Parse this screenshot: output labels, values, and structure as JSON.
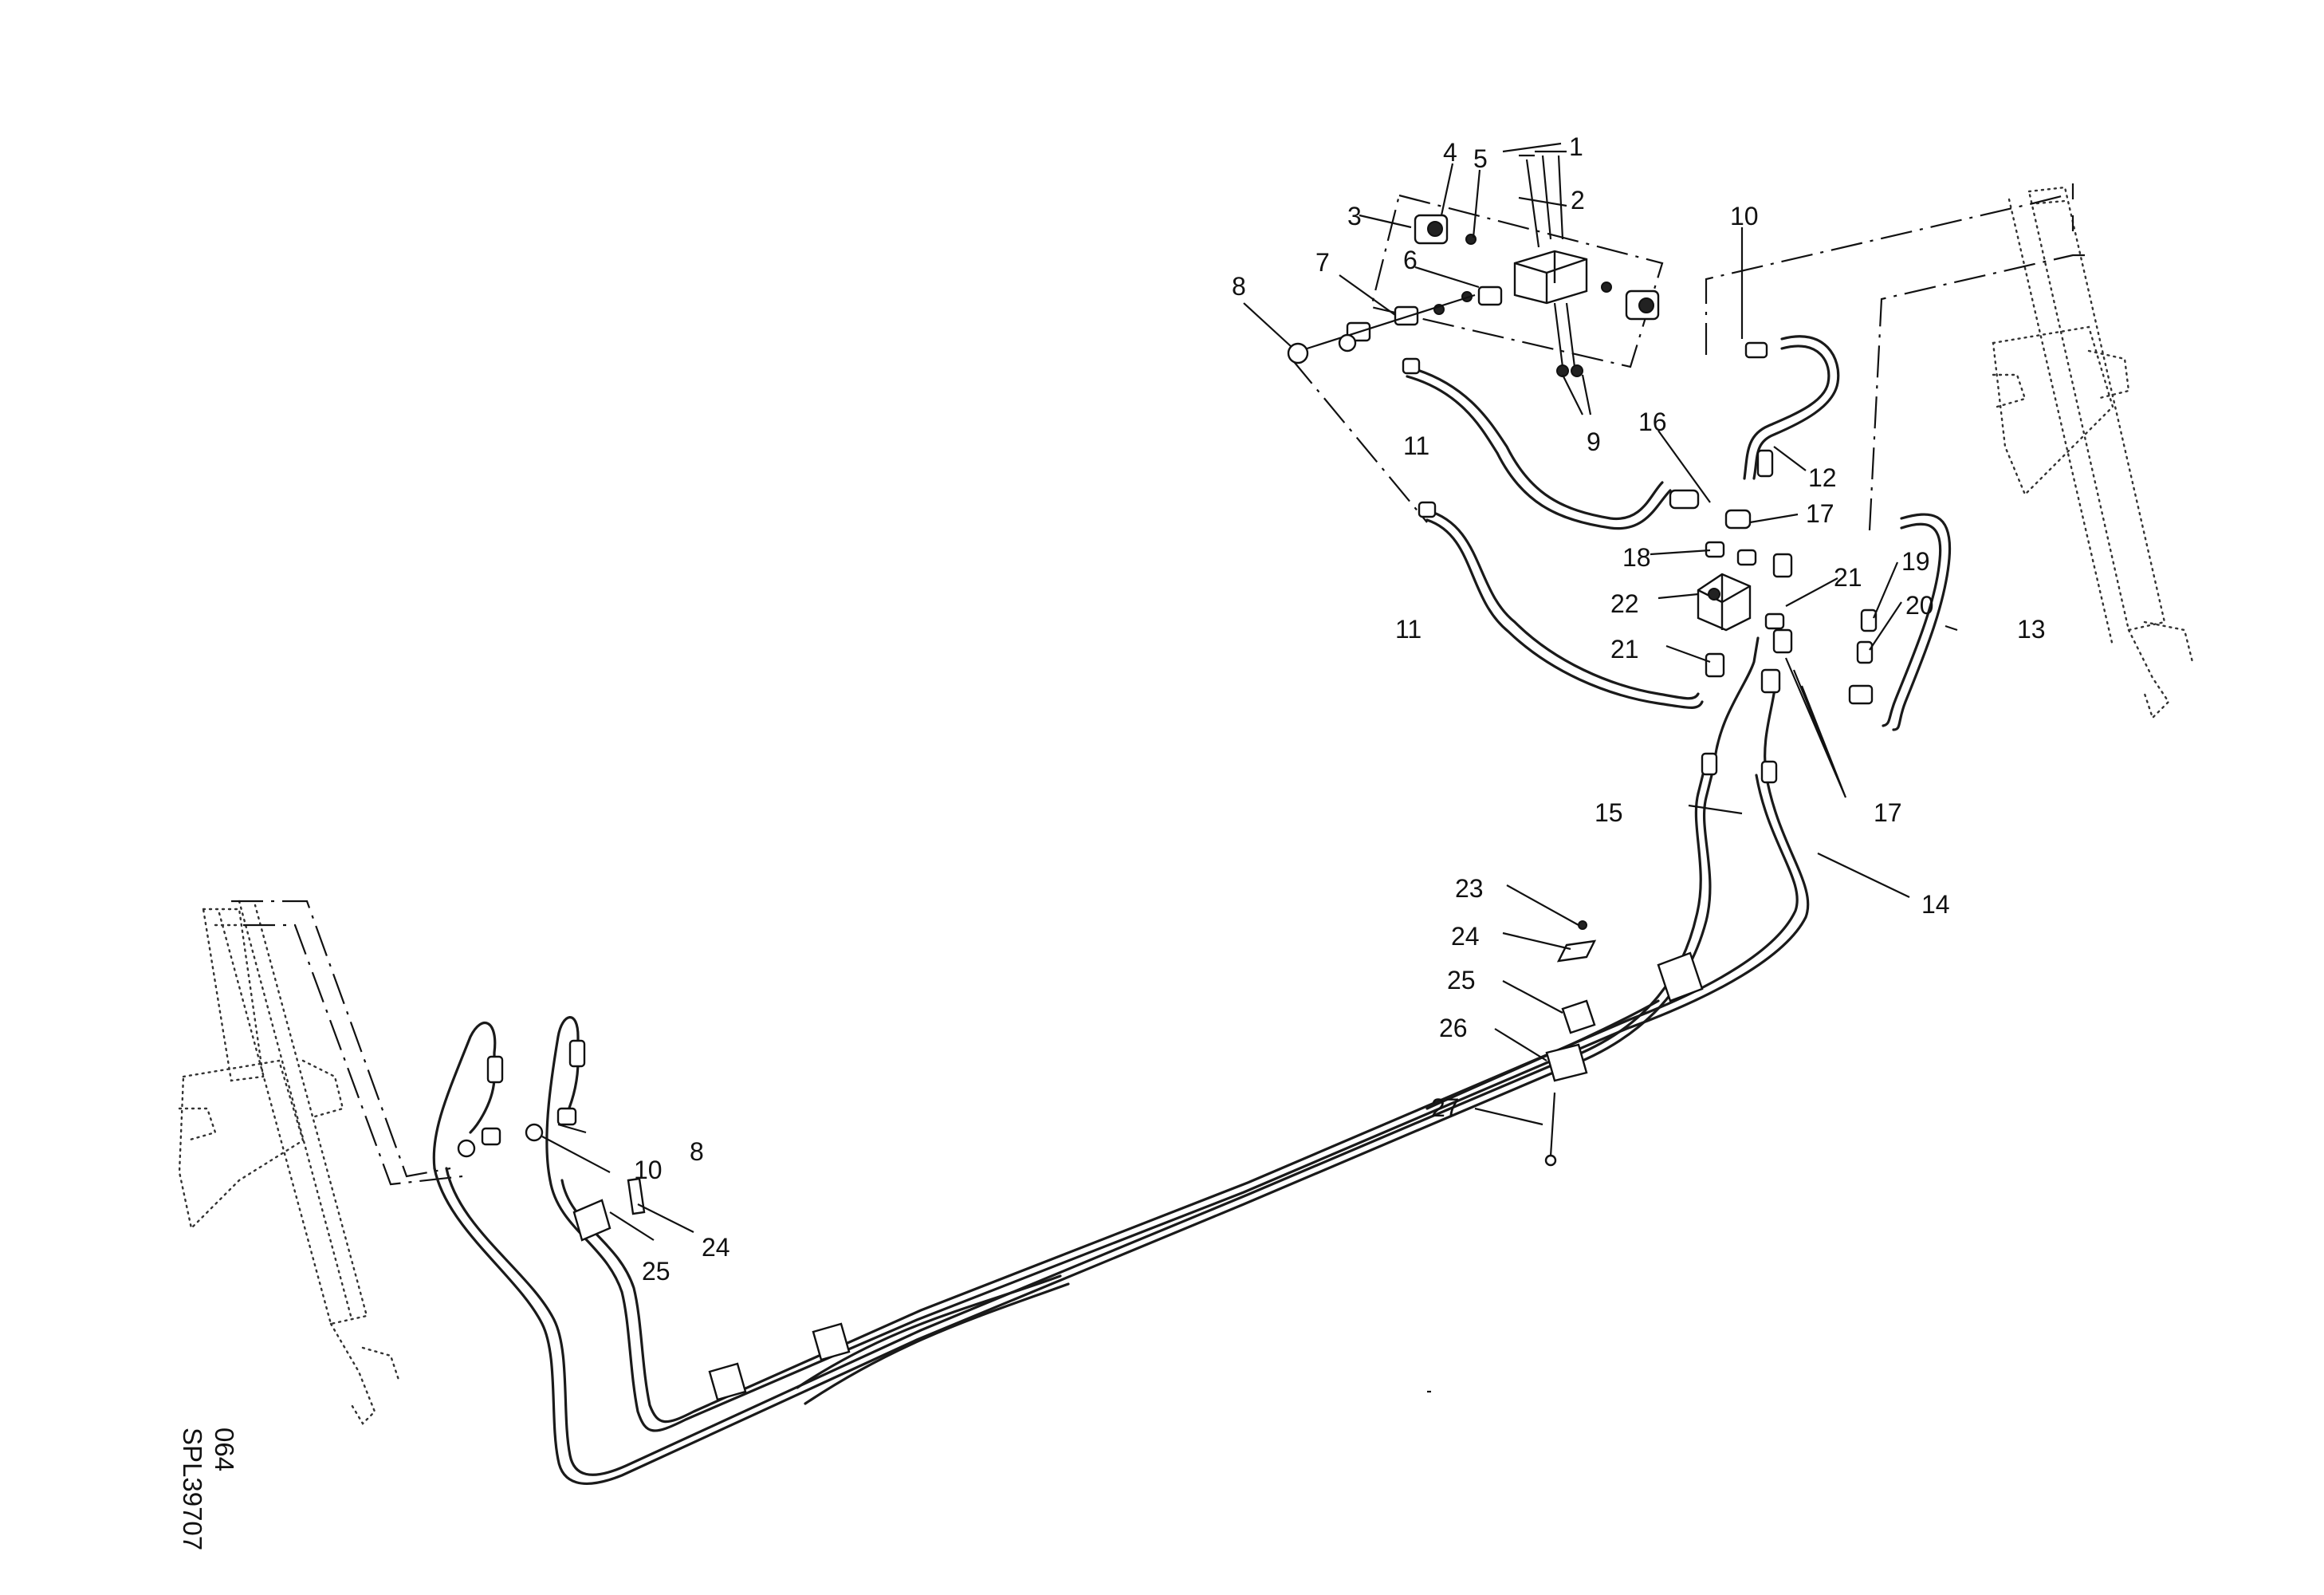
{
  "figure": {
    "reference_code": "SPL39707",
    "page_number": "064"
  },
  "callouts": {
    "c1": "1",
    "c2": "2",
    "c3": "3",
    "c4": "4",
    "c5": "5",
    "c6": "6",
    "c7": "7",
    "c8a": "8",
    "c8b": "8",
    "c9": "9",
    "c10a": "10",
    "c10b": "10",
    "c11a": "11",
    "c11b": "11",
    "c12": "12",
    "c13": "13",
    "c14": "14",
    "c15": "15",
    "c16": "16",
    "c17a": "17",
    "c17b": "17",
    "c18": "18",
    "c19": "19",
    "c20": "20",
    "c21a": "21",
    "c21b": "21",
    "c22": "22",
    "c23": "23",
    "c24a": "24",
    "c24b": "24",
    "c25a": "25",
    "c25b": "25",
    "c26": "26",
    "c27": "27"
  }
}
